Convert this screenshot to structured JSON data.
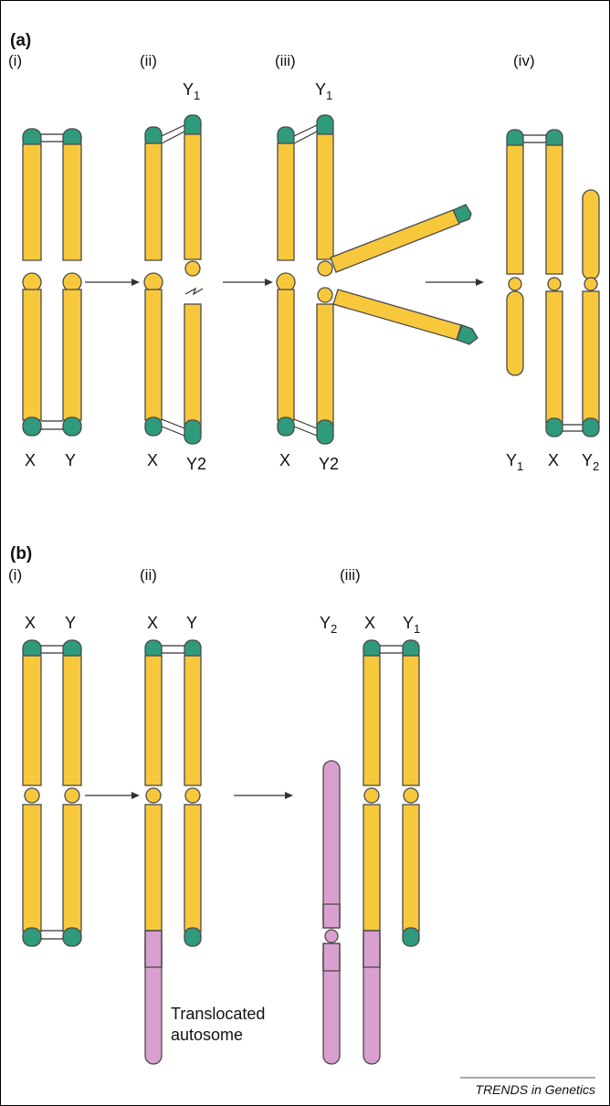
{
  "panel_a": {
    "label": "(a)",
    "steps": [
      "(i)",
      "(ii)",
      "(iii)",
      "(iv)"
    ],
    "labels": {
      "i_x": "X",
      "i_y": "Y",
      "ii_x": "X",
      "ii_y1": "Y",
      "ii_y1_sub": "1",
      "ii_y2": "Y2",
      "iii_x": "X",
      "iii_y1": "Y",
      "iii_y1_sub": "1",
      "iii_y2": "Y2",
      "iv_y1": "Y",
      "iv_y1_sub": "1",
      "iv_x": "X",
      "iv_y2": "Y",
      "iv_y2_sub": "2"
    }
  },
  "panel_b": {
    "label": "(b)",
    "steps": [
      "(i)",
      "(ii)",
      "(iii)"
    ],
    "labels": {
      "i_x": "X",
      "i_y": "Y",
      "ii_x": "X",
      "ii_y": "Y",
      "iii_y2": "Y",
      "iii_y2_sub": "2",
      "iii_x": "X",
      "iii_y1": "Y",
      "iii_y1_sub": "1"
    },
    "annotation_line1": "Translocated",
    "annotation_line2": "autosome"
  },
  "source": "TRENDS in Genetics",
  "colors": {
    "chromosome": "#f8c83c",
    "telomere": "#2f9a7c",
    "autosome": "#d9a0cf",
    "outline": "#4a4a4a"
  }
}
